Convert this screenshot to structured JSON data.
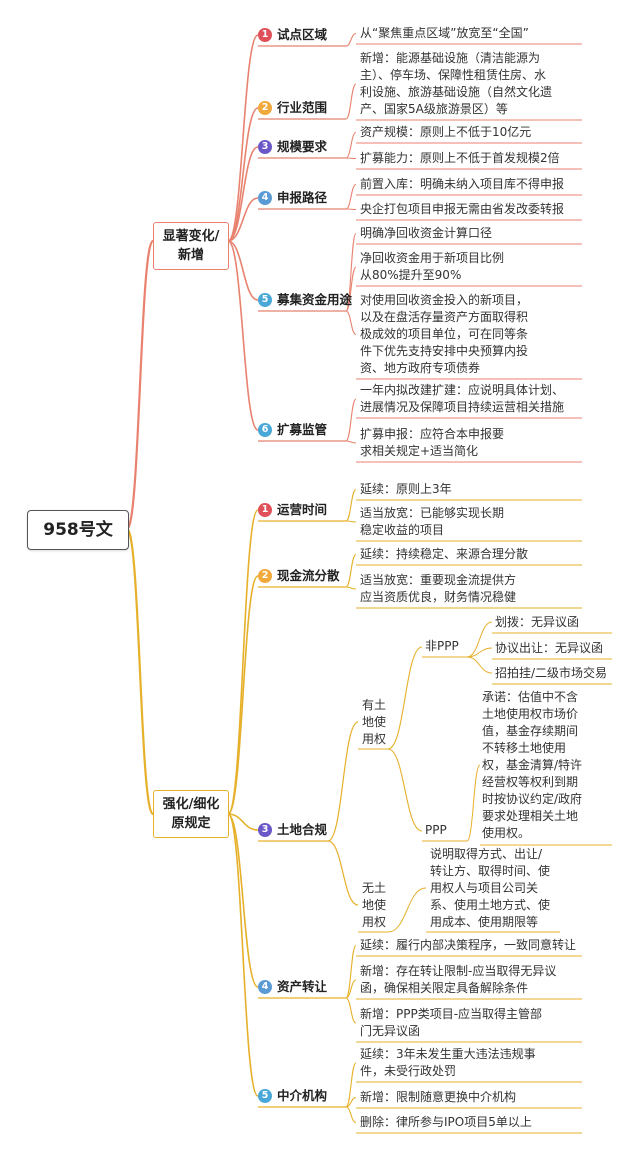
{
  "root": {
    "title": "958号文"
  },
  "branch_a": {
    "title_lines": [
      "显著变化/",
      "新增"
    ],
    "color": "#e8826f",
    "categories": [
      {
        "num": "1",
        "label": "试点区域",
        "color": "#e0505a",
        "items": [
          {
            "lines": [
              "从“聚焦重点区域”放宽至“全国”"
            ]
          }
        ]
      },
      {
        "num": "2",
        "label": "行业范围",
        "color": "#f2a93b",
        "items": [
          {
            "lines": [
              "新增：能源基础设施（清洁能源为",
              "主）、停车场、保障性租赁住房、水",
              "利设施、旅游基础设施（自然文化遗",
              "产、国家5A级旅游景区）等"
            ]
          }
        ]
      },
      {
        "num": "3",
        "label": "规模要求",
        "color": "#6a58c8",
        "items": [
          {
            "lines": [
              "资产规模：原则上不低于10亿元"
            ]
          },
          {
            "lines": [
              "扩募能力：原则上不低于首发规模2倍"
            ]
          }
        ]
      },
      {
        "num": "4",
        "label": "申报路径",
        "color": "#5b9bd5",
        "items": [
          {
            "lines": [
              "前置入库：明确未纳入项目库不得申报"
            ]
          },
          {
            "lines": [
              "央企打包项目申报无需由省发改委转报"
            ]
          }
        ]
      },
      {
        "num": "5",
        "label": "募集资金用途",
        "color": "#4aa8d8",
        "items": [
          {
            "lines": [
              "明确净回收资金计算口径"
            ]
          },
          {
            "lines": [
              "净回收资金用于新项目比例",
              "从80%提升至90%"
            ]
          },
          {
            "lines": [
              "对使用回收资金投入的新项目，",
              "以及在盘活存量资产方面取得积",
              "极成效的项目单位，可在同等条",
              "件下优先支持安排中央预算内投",
              "资、地方政府专项债券"
            ]
          }
        ]
      },
      {
        "num": "6",
        "label": "扩募监管",
        "color": "#4aa8d8",
        "items": [
          {
            "lines": [
              "一年内拟改建扩建：应说明具体计划、",
              "进展情况及保障项目持续运营相关措施"
            ]
          },
          {
            "lines": [
              "扩募申报：应符合本申报要",
              "求相关规定+适当简化"
            ]
          }
        ]
      }
    ]
  },
  "branch_b": {
    "title_lines": [
      "强化/细化",
      "原规定"
    ],
    "color": "#e6b02a",
    "categories": [
      {
        "num": "1",
        "label": "运营时间",
        "color": "#e0505a",
        "items": [
          {
            "lines": [
              "延续：原则上3年"
            ]
          },
          {
            "lines": [
              "适当放宽：已能够实现长期",
              "稳定收益的项目"
            ]
          }
        ]
      },
      {
        "num": "2",
        "label": "现金流分散",
        "color": "#f2a93b",
        "items": [
          {
            "lines": [
              "延续：持续稳定、来源合理分散"
            ]
          },
          {
            "lines": [
              "适当放宽：重要现金流提供方",
              "应当资质优良，财务情况稳健"
            ]
          }
        ]
      },
      {
        "num": "3",
        "label": "土地合规",
        "color": "#6a58c8",
        "groups": [
          {
            "label_lines": [
              "有土",
              "地使",
              "用权"
            ],
            "subs": [
              {
                "label": "非PPP",
                "items": [
                  "划拨：无异议函",
                  "协议出让：无异议函",
                  "招拍挂/二级市场交易"
                ]
              },
              {
                "label": "PPP",
                "items": []
              }
            ],
            "ppp_note_lines": [
              "承诺：估值中不含",
              "土地使用权市场价",
              "值，基金存续期间",
              "不转移土地使用",
              "权，基金清算/特许",
              "经营权等权利到期",
              "时按协议约定/政府",
              "要求处理相关土地",
              "使用权。"
            ]
          },
          {
            "label_lines": [
              "无土",
              "地使",
              "用权"
            ],
            "note_lines": [
              "说明取得方式、出让/",
              "转让方、取得时间、使",
              "用权人与项目公司关",
              "系、使用土地方式、使",
              "用成本、使用期限等"
            ]
          }
        ]
      },
      {
        "num": "4",
        "label": "资产转让",
        "color": "#5b9bd5",
        "items": [
          {
            "lines": [
              "延续：履行内部决策程序，一致同意转让"
            ]
          },
          {
            "lines": [
              "新增：存在转让限制-应当取得无异议",
              "函，确保相关限定具备解除条件"
            ]
          },
          {
            "lines": [
              "新增：PPP类项目-应当取得主管部",
              "门无异议函"
            ]
          }
        ]
      },
      {
        "num": "5",
        "label": "中介机构",
        "color": "#4aa8d8",
        "items": [
          {
            "lines": [
              "延续：3年未发生重大违法违规事",
              "件，未受行政处罚"
            ]
          },
          {
            "lines": [
              "新增：限制随意更换中介机构"
            ]
          },
          {
            "lines": [
              "删除：律所参与IPO项目5单以上"
            ]
          }
        ]
      }
    ]
  }
}
